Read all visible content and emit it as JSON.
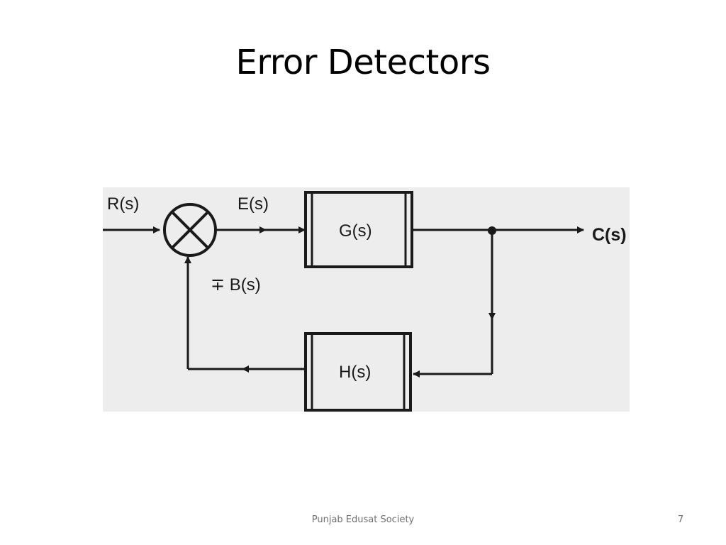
{
  "slide": {
    "title": "Error Detectors",
    "footer": "Punjab Edusat Society",
    "page_number": "7"
  },
  "diagram": {
    "input_signal": "R(s)",
    "error_signal": "E(s)",
    "forward_block": "G(s)",
    "output_signal": "C(s)",
    "feedback_signal": "∓ B(s)",
    "feedback_block": "H(s)"
  },
  "colors": {
    "background": "#ffffff",
    "diagram_background": "#ededed",
    "line": "#1a1a1a",
    "footer_text": "#6f6f6f"
  }
}
